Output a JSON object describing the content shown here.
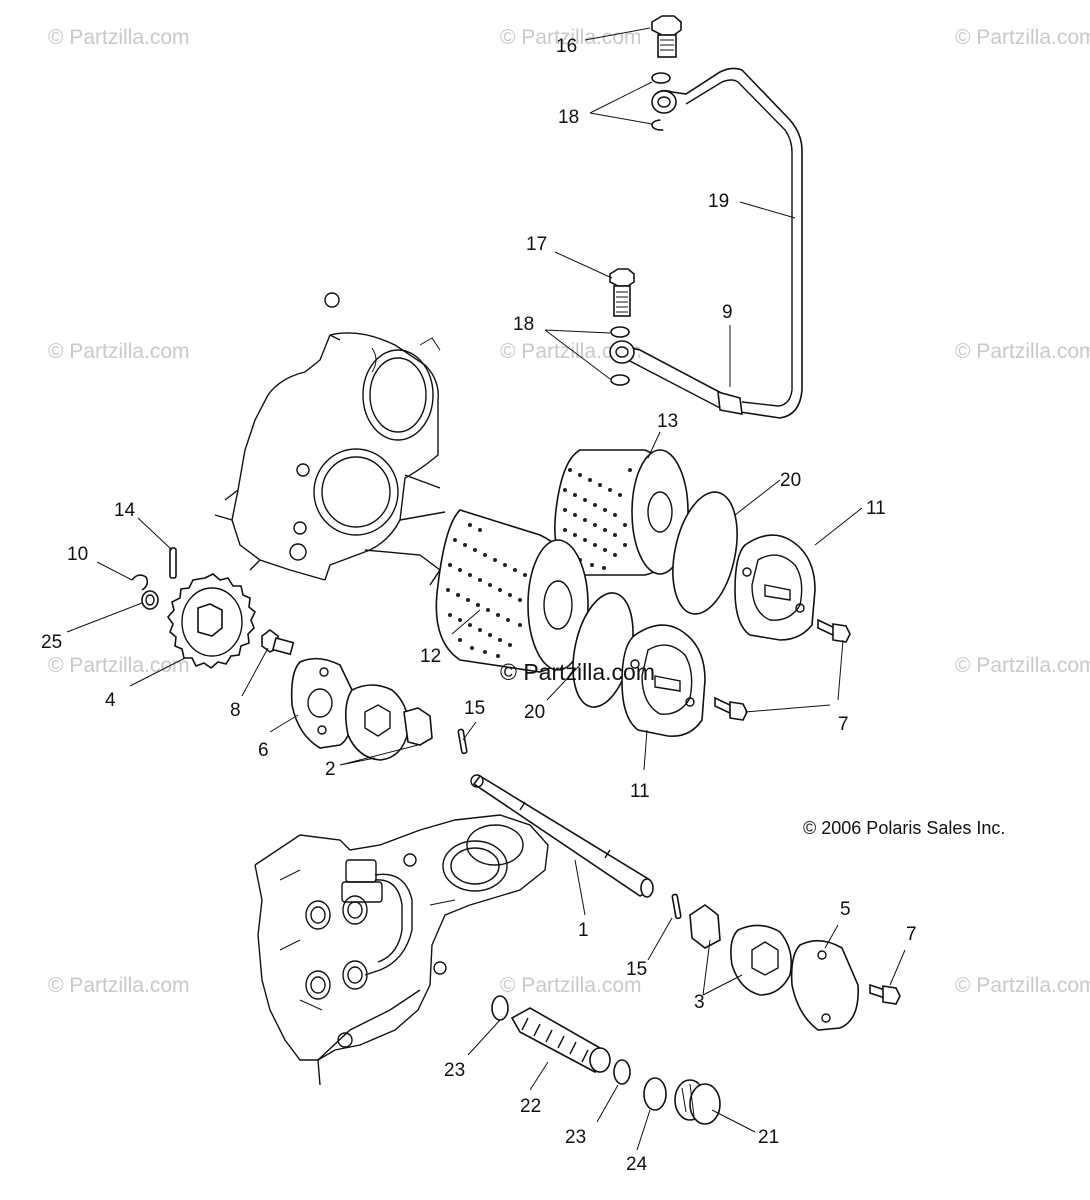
{
  "watermark": "© Partzilla.com",
  "watermark_center": "© Partzilla.com",
  "copyright": "© 2006 Polaris Sales Inc.",
  "callouts": {
    "c1": "1",
    "c2": "2",
    "c3": "3",
    "c4": "4",
    "c5": "5",
    "c6": "6",
    "c7a": "7",
    "c7b": "7",
    "c8": "8",
    "c9": "9",
    "c10": "10",
    "c11a": "11",
    "c11b": "11",
    "c12": "12",
    "c13": "13",
    "c14": "14",
    "c15a": "15",
    "c15b": "15",
    "c16": "16",
    "c17": "17",
    "c18a": "18",
    "c18b": "18",
    "c19": "19",
    "c20a": "20",
    "c20b": "20",
    "c21": "21",
    "c22": "22",
    "c23a": "23",
    "c23b": "23",
    "c24": "24",
    "c25": "25"
  }
}
